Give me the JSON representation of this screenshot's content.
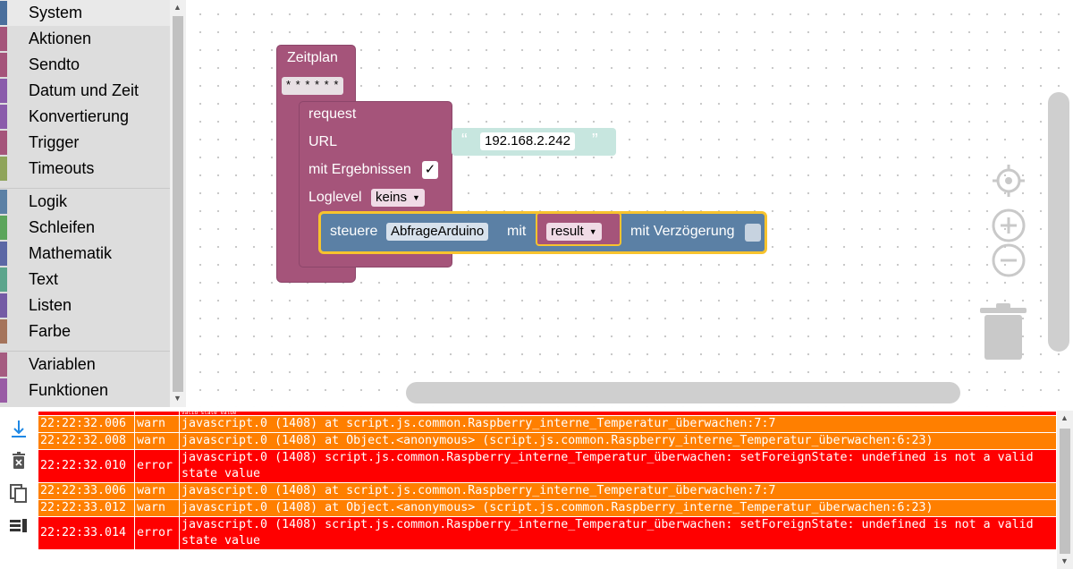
{
  "toolbox": {
    "groups": [
      [
        {
          "label": "System",
          "color": "#4a6f9c",
          "selected": true
        },
        {
          "label": "Aktionen",
          "color": "#a5547a"
        },
        {
          "label": "Sendto",
          "color": "#a5547a"
        },
        {
          "label": "Datum und Zeit",
          "color": "#8a5bab"
        },
        {
          "label": "Konvertierung",
          "color": "#8a5bab"
        },
        {
          "label": "Trigger",
          "color": "#a5547a"
        },
        {
          "label": "Timeouts",
          "color": "#8fa45a"
        }
      ],
      [
        {
          "label": "Logik",
          "color": "#5b80a5"
        },
        {
          "label": "Schleifen",
          "color": "#5ba55b"
        },
        {
          "label": "Mathematik",
          "color": "#5b67a5"
        },
        {
          "label": "Text",
          "color": "#5ba58c"
        },
        {
          "label": "Listen",
          "color": "#745ba5"
        },
        {
          "label": "Farbe",
          "color": "#a5745b"
        }
      ],
      [
        {
          "label": "Variablen",
          "color": "#a55b80"
        },
        {
          "label": "Funktionen",
          "color": "#995ba5"
        }
      ]
    ]
  },
  "workspace": {
    "zeitplan": {
      "title": "Zeitplan",
      "cron": "* * * * * *"
    },
    "request": {
      "title": "request",
      "url_label": "URL",
      "url_value": "192.168.2.242",
      "quote_open": "“",
      "quote_close": "”",
      "result_label": "mit Ergebnissen",
      "result_checked": "✓",
      "loglevel_label": "Loglevel",
      "loglevel_value": "keins"
    },
    "steuere": {
      "label": "steuere",
      "target": "AbfrageArduino",
      "with_label": "mit",
      "value": "result",
      "delay_label": "mit Verzögerung"
    },
    "colors": {
      "system_block": "#a5547a",
      "control_block": "#5b80a5",
      "text_block": "#c7e6df",
      "highlight": "#f7c32e"
    }
  },
  "log": {
    "partial_top": "valid state value",
    "rows": [
      {
        "time": "22:22:32.006",
        "level": "warn",
        "message": "javascript.0 (1408) at script.js.common.Raspberry_interne_Temperatur_überwachen:7:7"
      },
      {
        "time": "22:22:32.008",
        "level": "warn",
        "message": "javascript.0 (1408) at Object.<anonymous> (script.js.common.Raspberry_interne_Temperatur_überwachen:6:23)"
      },
      {
        "time": "22:22:32.010",
        "level": "error",
        "message": "javascript.0 (1408) script.js.common.Raspberry_interne_Temperatur_überwachen: setForeignState: undefined is not a valid state value"
      },
      {
        "time": "22:22:33.006",
        "level": "warn",
        "message": "javascript.0 (1408) at script.js.common.Raspberry_interne_Temperatur_überwachen:7:7"
      },
      {
        "time": "22:22:33.012",
        "level": "warn",
        "message": "javascript.0 (1408) at Object.<anonymous> (script.js.common.Raspberry_interne_Temperatur_überwachen:6:23)"
      },
      {
        "time": "22:22:33.014",
        "level": "error",
        "message": "javascript.0 (1408) script.js.common.Raspberry_interne_Temperatur_überwachen: setForeignState: undefined is not a valid state value"
      }
    ],
    "colors": {
      "warn": "#ff7f00",
      "error": "#ff0000"
    }
  },
  "icons": [
    "download-icon",
    "delete-icon",
    "copy-icon",
    "list-icon",
    "target-icon",
    "zoom-in-icon",
    "zoom-out-icon",
    "trash-icon"
  ]
}
